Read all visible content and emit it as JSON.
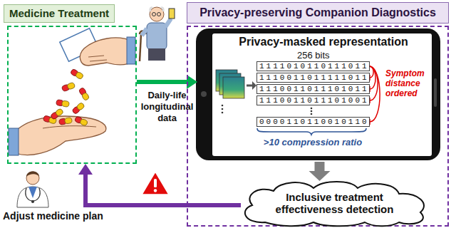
{
  "diagram": {
    "nodes": [
      {
        "text": [
          "Medicine Treatment"
        ]
      },
      {
        "text": [
          "Privacy-preserving Companion Diagnostics"
        ]
      },
      {
        "text": [
          "Privacy-masked representation",
          "256 bits",
          "Symptom distance ordered",
          ">10 compression ratio"
        ],
        "in": 1
      },
      {
        "text": [
          "Inclusive treatment effectiveness detection"
        ],
        "in": 1
      }
    ],
    "edges": [
      {
        "from": 0,
        "to": 2,
        "arrow": "to",
        "label": "Daily-life longitudinal data"
      },
      {
        "from": 2,
        "to": 3,
        "arrow": "to"
      },
      {
        "from": 3,
        "to": 0,
        "arrow": "to"
      }
    ],
    "labels": [
      "1111010110111011",
      "1110011011111011",
      "1110011011101011",
      "1110011011101001",
      "0000110110010110",
      "Adjust medicine plan"
    ]
  }
}
